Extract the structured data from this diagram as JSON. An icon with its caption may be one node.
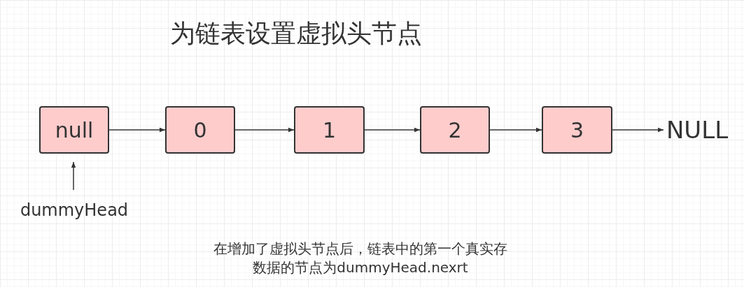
{
  "diagram": {
    "title": "为链表设置虚拟头节点",
    "caption": "在增加了虚拟头节点后，链表中的第一个真实存数据的节点为dummyHead.nexrt",
    "nodes": [
      {
        "text": [
          "null"
        ]
      },
      {
        "text": [
          "0"
        ]
      },
      {
        "text": [
          "1"
        ]
      },
      {
        "text": [
          "2"
        ]
      },
      {
        "text": [
          "3"
        ]
      },
      {
        "text": [
          "NULL"
        ]
      },
      {
        "text": [
          "dummyHead"
        ]
      }
    ],
    "edges": [
      {
        "from": 0,
        "to": 1,
        "arrow": "to"
      },
      {
        "from": 1,
        "to": 2,
        "arrow": "to"
      },
      {
        "from": 2,
        "to": 3,
        "arrow": "to"
      },
      {
        "from": 3,
        "to": 4,
        "arrow": "to"
      },
      {
        "from": 4,
        "to": 5,
        "arrow": "to"
      },
      {
        "from": 6,
        "to": 0,
        "arrow": "to"
      }
    ]
  }
}
